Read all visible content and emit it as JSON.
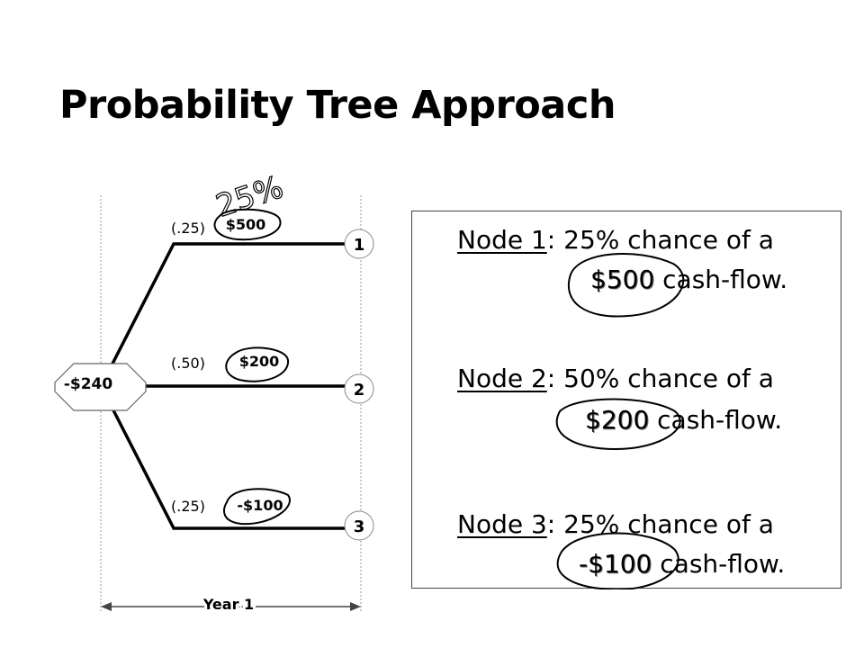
{
  "title": "Probability Tree Approach",
  "tree": {
    "root": {
      "value": "-$240"
    },
    "branches": [
      {
        "node": "1",
        "prob": "(.25)",
        "cash": "$500"
      },
      {
        "node": "2",
        "prob": "(.50)",
        "cash": "$200"
      },
      {
        "node": "3",
        "prob": "(.25)",
        "cash": "-$100"
      }
    ],
    "axis_label": "Year 1",
    "handwritten_note": "25%"
  },
  "summary": [
    {
      "node_label": "Node 1",
      "suffix": ":  25% chance of a",
      "amount": "$500",
      "tail": " cash-flow."
    },
    {
      "node_label": "Node 2",
      "suffix": ":  50% chance of a",
      "amount": "$200",
      "tail": " cash-flow."
    },
    {
      "node_label": "Node 3",
      "suffix": ":  25% chance of a",
      "amount": "-$100",
      "tail": " cash-flow."
    }
  ]
}
